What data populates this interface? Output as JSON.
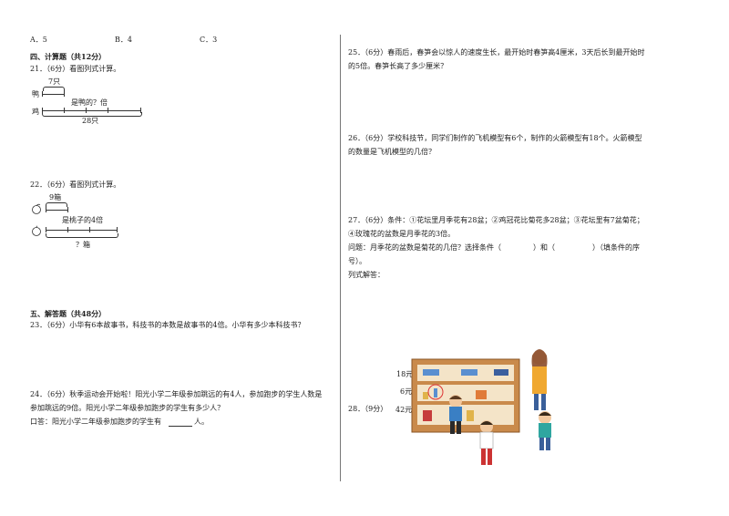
{
  "top_options": {
    "a": "A．5",
    "b": "B．4",
    "c": "C．3"
  },
  "section4": {
    "title": "四、计算题（共12分）"
  },
  "q21": {
    "text": "21．（6分）看图列式计算。",
    "top_label": "7只",
    "row1_label": "鸭",
    "row2_label": "鸡",
    "mid_label": "是鸭的？倍",
    "bottom_label": "28只"
  },
  "q22": {
    "text": "22．（6分）看图列式计算。",
    "top_label": "9箱",
    "mid_label": "是桃子的4倍",
    "bottom_label": "？箱"
  },
  "section5": {
    "title": "五、解答题（共48分）"
  },
  "q23": {
    "text": "23．（6分）小华有6本故事书，科技书的本数是故事书的4倍。小华有多少本科技书？"
  },
  "q24": {
    "line1": "24．（6分）秋季运动会开始啦！阳光小学二年级参加跳远的有4人，参加跑步的学生人数是",
    "line2": "参加跳远的9倍。阳光小学二年级参加跑步的学生有多少人？",
    "line3_prefix": "口答：阳光小学二年级参加跑步的学生有",
    "line3_suffix": "人。"
  },
  "q25": {
    "line1": "25．（6分）春雨后，春笋会以惊人的速度生长，最开始时春笋高4厘米，3天后长到最开始时",
    "line2": "的5倍。春笋长高了多少厘米？"
  },
  "q26": {
    "line1": "26．（6分）学校科技节，同学们制作的飞机模型有6个，制作的火箭模型有18个。火箭模型",
    "line2": "的数量是飞机模型的几倍？"
  },
  "q27": {
    "line1": "27．（6分）条件：①花坛里月季花有28盆；②鸡冠花比菊花多28盆；③花坛里有7盆菊花；",
    "line2": "④玫瑰花的盆数是月季花的3倍。",
    "line3_a": "问题：月季花的盆数是菊花的几倍？选择条件（",
    "line3_b": "）和（",
    "line3_c": "）（填条件的序",
    "line4": "号）。",
    "line5": "列式解答："
  },
  "q28": {
    "text": "28．（9分）",
    "price_top": "18元",
    "price_mid": "6元",
    "price_bottom": "42元"
  }
}
